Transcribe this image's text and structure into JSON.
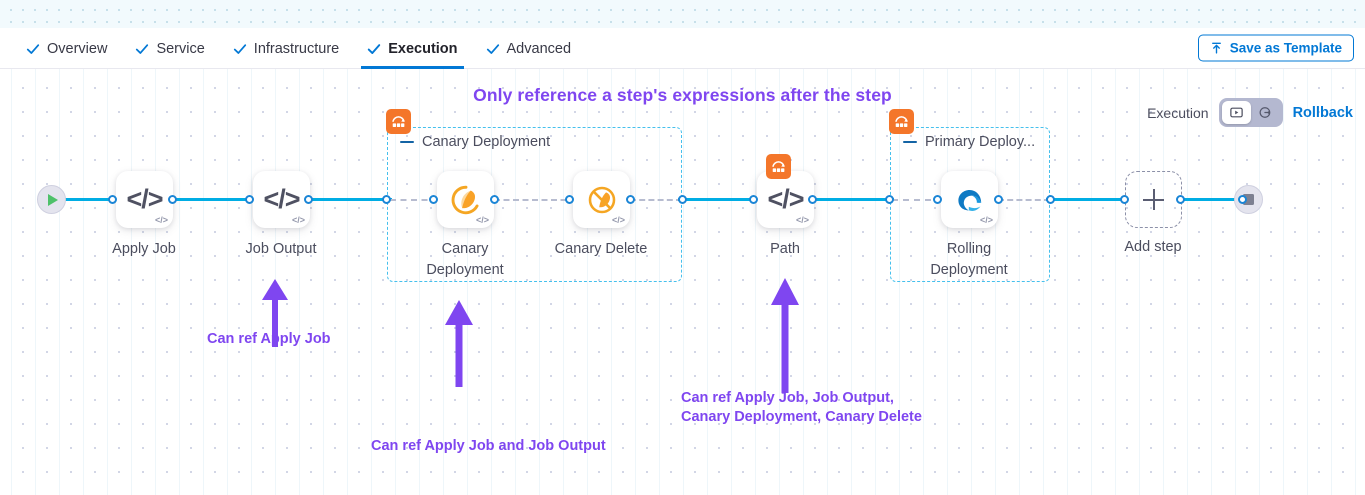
{
  "theme": {
    "accent_blue": "#0278d5",
    "wire_blue": "#00ade4",
    "group_border": "#45c0ed",
    "annotation_purple": "#7f46f0",
    "badge_orange": "#f4762a"
  },
  "tabs": [
    {
      "label": "Overview",
      "icon": "check-icon",
      "active": false
    },
    {
      "label": "Service",
      "icon": "check-icon",
      "active": false
    },
    {
      "label": "Infrastructure",
      "icon": "check-icon",
      "active": false
    },
    {
      "label": "Execution",
      "icon": "check-icon",
      "active": true
    },
    {
      "label": "Advanced",
      "icon": "check-icon",
      "active": false
    }
  ],
  "toolbar": {
    "save_template_label": "Save as Template",
    "save_template_icon": "upload-icon"
  },
  "headline": "Only reference a step's expressions after the step",
  "mode_switch": {
    "execution_label": "Execution",
    "rollback_label": "Rollback",
    "execution_icon": "play-box-icon",
    "rollback_icon": "rollback-clock-icon",
    "selected": "Execution"
  },
  "pipeline": {
    "start_node": {
      "name": "start-node",
      "icon": "play-icon"
    },
    "end_node": {
      "name": "end-node",
      "icon": "stop-icon"
    },
    "add_step": {
      "label": "Add step",
      "icon": "plus-icon"
    },
    "steps": [
      {
        "id": "apply-job",
        "label": "Apply Job",
        "icon": "code-icon",
        "badge": "code-badge"
      },
      {
        "id": "job-output",
        "label": "Job Output",
        "icon": "code-icon",
        "badge": "code-badge"
      },
      {
        "id": "canary-deployment",
        "label": "Canary\nDeployment",
        "icon": "harness-canary-icon",
        "badge": "code-badge"
      },
      {
        "id": "canary-delete",
        "label": "Canary Delete",
        "icon": "harness-canary-delete-icon",
        "badge": "code-badge"
      },
      {
        "id": "path",
        "label": "Path",
        "icon": "code-icon",
        "badge": "code-badge",
        "group_badge": "step-group-icon"
      },
      {
        "id": "rolling-deployment",
        "label": "Rolling\nDeployment",
        "icon": "edge-icon",
        "badge": "code-badge"
      }
    ],
    "groups": [
      {
        "id": "canary-deployment-group",
        "title": "Canary Deployment",
        "badge_icon": "step-group-icon",
        "collapse_icon": "collapse-dash-icon"
      },
      {
        "id": "primary-deployment-group",
        "title": "Primary Deploy...",
        "badge_icon": "step-group-icon",
        "collapse_icon": "collapse-dash-icon"
      }
    ]
  },
  "annotations": [
    {
      "id": "annotation-job-output",
      "text": "Can ref Apply Job"
    },
    {
      "id": "annotation-canary-deployment",
      "text": "Can ref Apply Job and Job Output"
    },
    {
      "id": "annotation-path",
      "text": "Can ref Apply Job, Job Output,\nCanary Deployment, Canary Delete"
    }
  ]
}
